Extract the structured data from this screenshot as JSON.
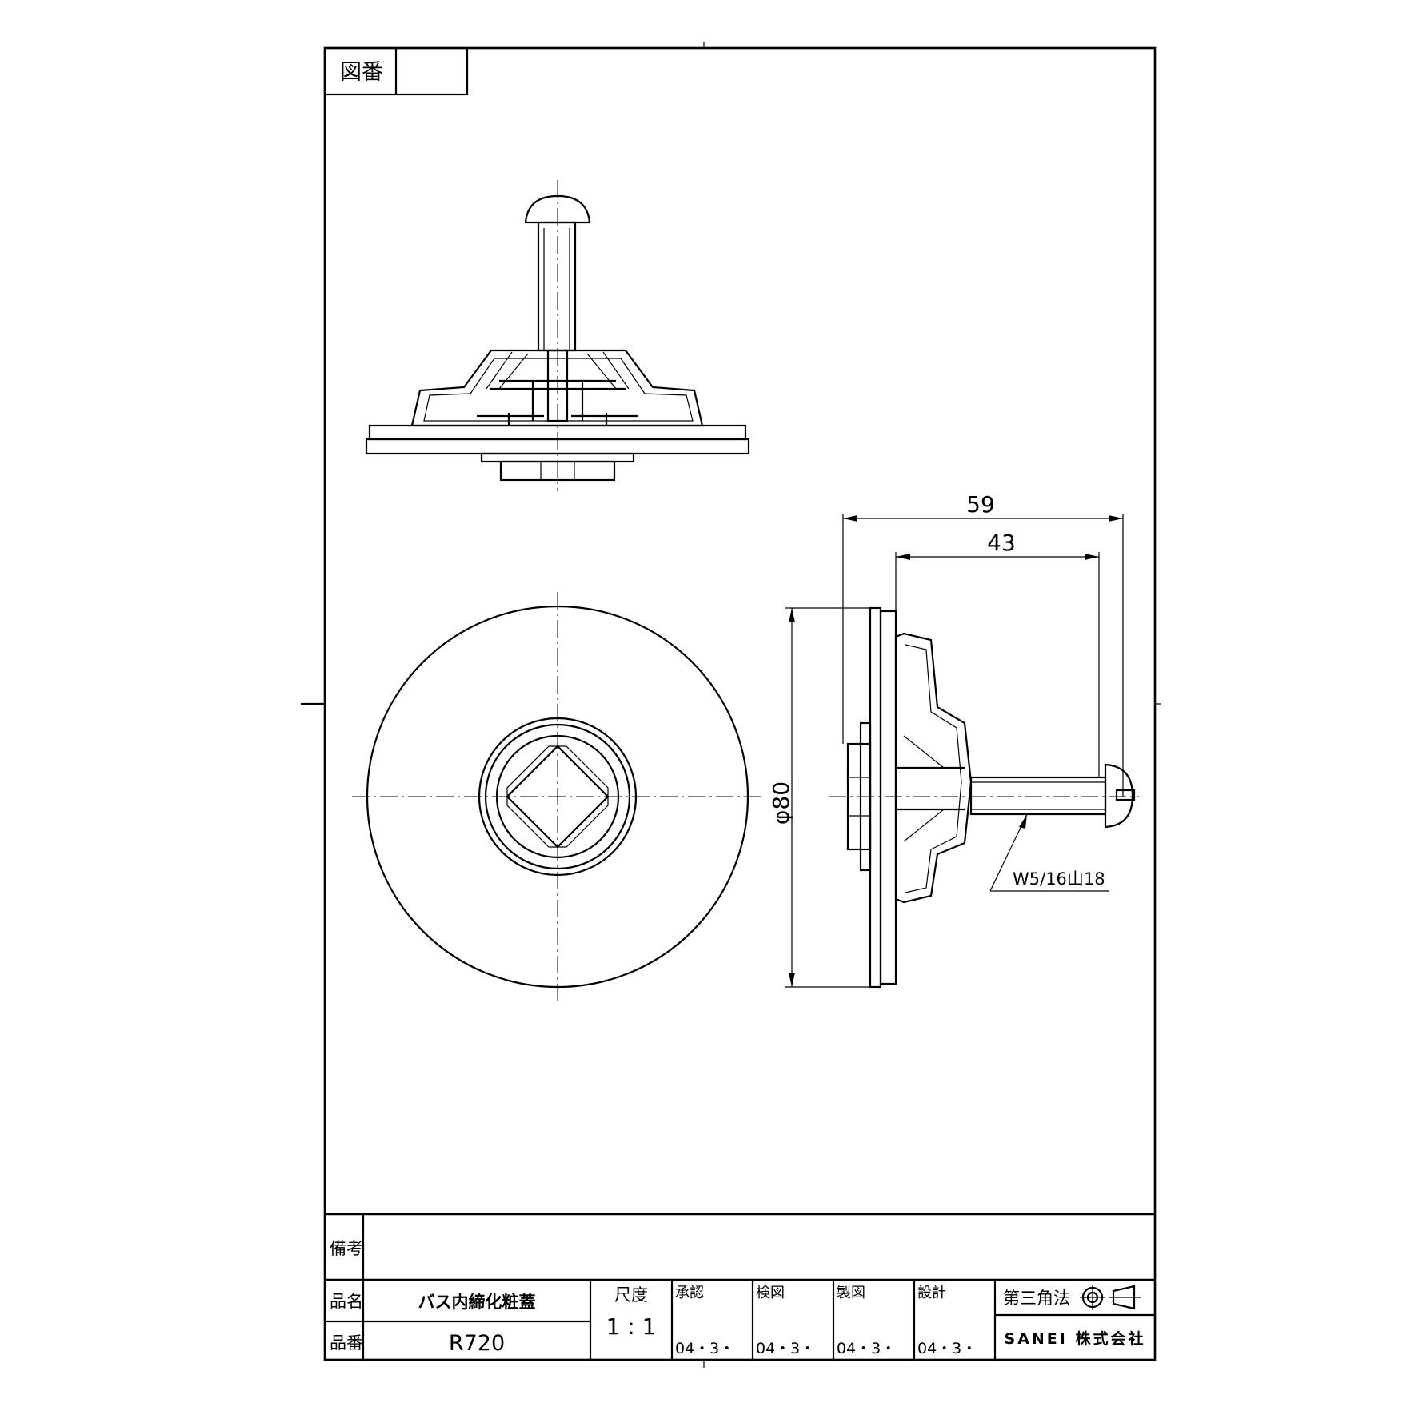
{
  "sheet": {
    "drawing_number_label": "図番",
    "drawing_number_value": ""
  },
  "dimensions": {
    "overall_length": "59",
    "thread_length": "43",
    "diameter": "φ80",
    "thread_spec": "W5/16山18"
  },
  "title_block": {
    "remarks_label": "備考",
    "remarks_value": "",
    "name_label": "品名",
    "name_value": "バス内締化粧蓋",
    "number_label": "品番",
    "number_value": "R720",
    "scale_label": "尺度",
    "scale_value": "1 : 1",
    "approvals": [
      {
        "role": "承認",
        "date": "04・3・"
      },
      {
        "role": "検図",
        "date": "04・3・"
      },
      {
        "role": "製図",
        "date": "04・3・"
      },
      {
        "role": "設計",
        "date": "04・3・"
      }
    ],
    "projection_label": "第三角法",
    "company": "SANEI 株式会社"
  }
}
